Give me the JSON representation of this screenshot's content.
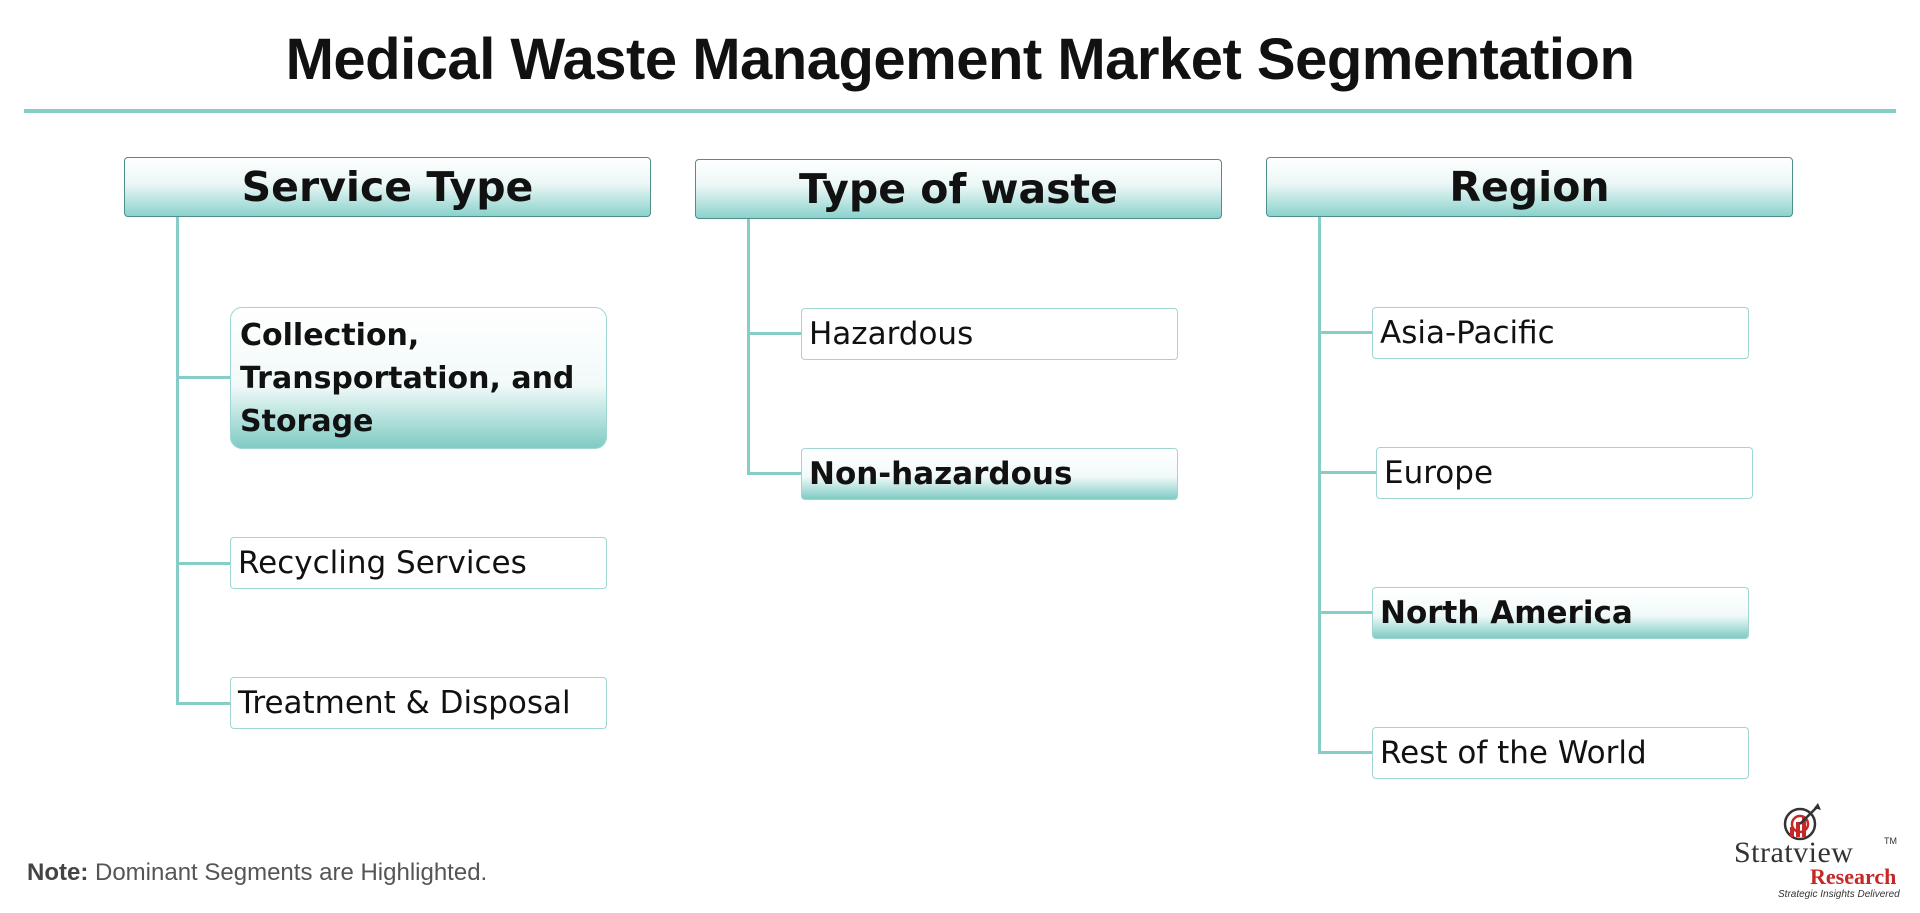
{
  "title": "Medical Waste Management Market Segmentation",
  "colors": {
    "accent_line": "#86cdc8",
    "header_border": "#4f8f8a",
    "highlight_fill": "#7fcbc4",
    "logo_red": "#c62828"
  },
  "columns": [
    {
      "header": "Service Type",
      "items": [
        {
          "label": "Collection, Transportation, and Storage",
          "highlighted": true
        },
        {
          "label": "Recycling Services",
          "highlighted": false
        },
        {
          "label": "Treatment & Disposal",
          "highlighted": false
        }
      ]
    },
    {
      "header": "Type of waste",
      "items": [
        {
          "label": "Hazardous",
          "highlighted": false
        },
        {
          "label": "Non-hazardous",
          "highlighted": true
        }
      ]
    },
    {
      "header": "Region",
      "items": [
        {
          "label": "Asia-Pacific",
          "highlighted": false
        },
        {
          "label": "Europe",
          "highlighted": false
        },
        {
          "label": "North America",
          "highlighted": true
        },
        {
          "label": "Rest of the World",
          "highlighted": false
        }
      ]
    }
  ],
  "note": {
    "label": "Note:",
    "text": "Dominant Segments are Highlighted."
  },
  "logo": {
    "word1": "Stratview",
    "trademark": "TM",
    "word2": "Research",
    "tagline": "Strategic Insights Delivered",
    "icon": "target-growth-icon"
  }
}
